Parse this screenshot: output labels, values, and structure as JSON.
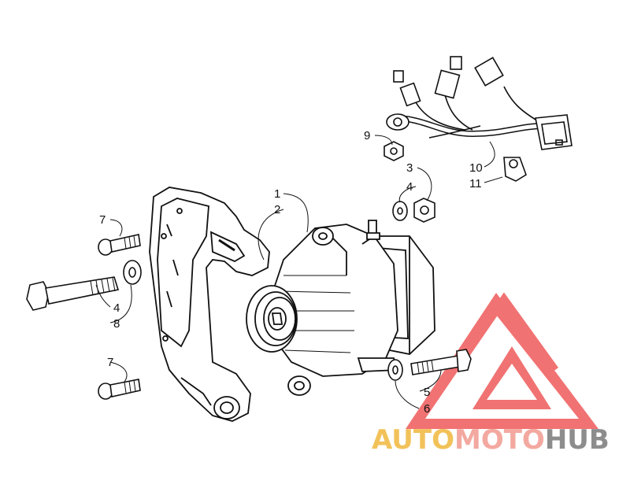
{
  "callouts": {
    "c1": "1",
    "c2": "2",
    "c3": "3",
    "c4a": "4",
    "c4b": "4",
    "c5": "5",
    "c6": "6",
    "c7a": "7",
    "c7b": "7",
    "c8": "8",
    "c9": "9",
    "c10": "10",
    "c11": "11"
  },
  "watermark": {
    "part1": "AUTO",
    "part2": "MOTO",
    "part3": "HUB",
    "colors": {
      "auto": "#f2c25a",
      "moto": "#f3a9a0",
      "hub": "#8d8d8d",
      "logo": "#ef5a5a"
    }
  },
  "icons": [
    "logo-icon"
  ]
}
